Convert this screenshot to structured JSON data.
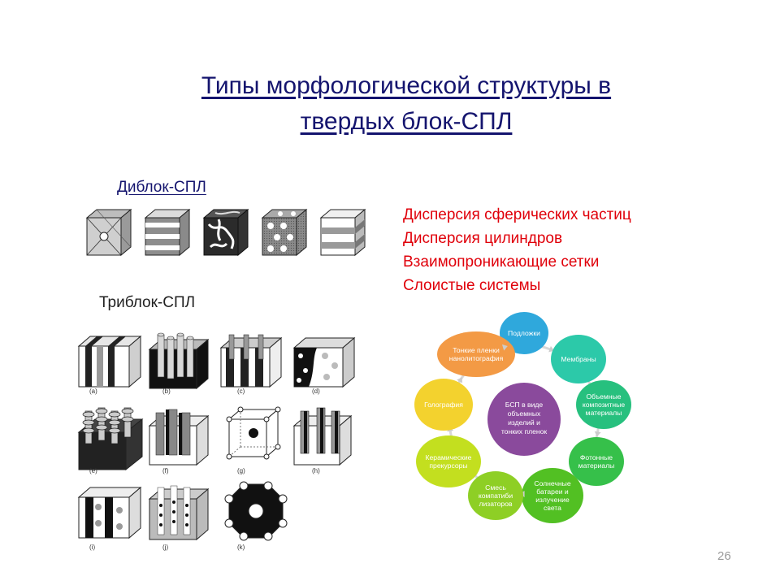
{
  "slide": {
    "title_line1": "Типы морфологической структуры в",
    "title_line2": "твердых блок-СПЛ",
    "page_number": "26"
  },
  "diblock": {
    "label": "Диблок-СПЛ"
  },
  "triblock": {
    "label": "Триблок-СПЛ",
    "captions": [
      "(a)",
      "(b)",
      "(c)",
      "(d)",
      "(e)",
      "(f)",
      "(g)",
      "(h)",
      "(i)",
      "(j)",
      "(k)"
    ]
  },
  "morphologies": [
    "Дисперсия сферических частиц",
    "Дисперсия цилиндров",
    "Взаимопроникающие сетки",
    "Слоистые системы"
  ],
  "cycle": {
    "center": [
      "БСП в виде",
      "объемных",
      "изделий и",
      "тонких пленок"
    ],
    "nodes": [
      {
        "lines": [
          "Подложки"
        ],
        "color": "#2fa8dc"
      },
      {
        "lines": [
          "Мембраны"
        ],
        "color": "#2cc9a9"
      },
      {
        "lines": [
          "Объемные",
          "композитные",
          "материалы"
        ],
        "color": "#27c07e"
      },
      {
        "lines": [
          "Фотонные",
          "материалы"
        ],
        "color": "#36c04a"
      },
      {
        "lines": [
          "Солнечные",
          "батареи и",
          "излучение",
          "света"
        ],
        "color": "#52c023"
      },
      {
        "lines": [
          "Смесь",
          "компатиби",
          "лизаторов"
        ],
        "color": "#8ecf25"
      },
      {
        "lines": [
          "Керамические",
          "прекурсоры"
        ],
        "color": "#c3df1f"
      },
      {
        "lines": [
          "Голография"
        ],
        "color": "#f3d22e"
      },
      {
        "lines": [
          "Тонкие пленки",
          "нанолитография"
        ],
        "color": "#f39a45"
      }
    ],
    "center_color": "#8a4a9c"
  }
}
